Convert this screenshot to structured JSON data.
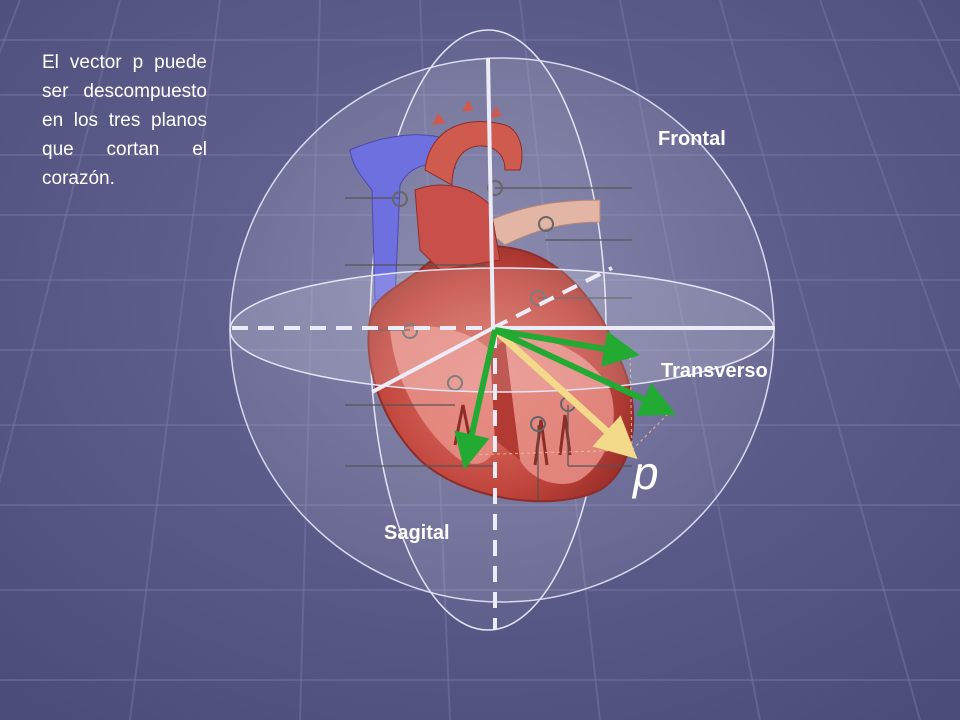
{
  "caption": "El vector p puede ser descompuesto en los tres planos que cortan el corazón.",
  "labels": {
    "frontal": "Frontal",
    "transverso": "Transverso",
    "sagital": "Sagital",
    "vector": "p"
  },
  "colors": {
    "background": "#5b5b8a",
    "grid": "#6f6fa0",
    "vector_p": "#f3d98a",
    "components": "#22aa33",
    "heart_muscle": "#c8463e",
    "vena_cava": "#6d6ee0"
  }
}
